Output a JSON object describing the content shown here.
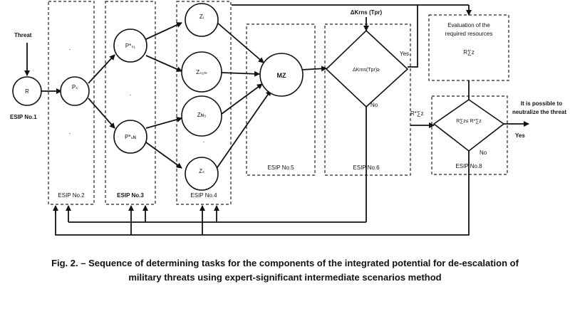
{
  "labels": {
    "threat": "Threat",
    "delta_krns_tpr": "ΔKrns (Tpr)",
    "evaluation_line1": "Evaluation of the",
    "evaluation_line2": "required resources",
    "rsum_z": "R∑z",
    "possible_line1": "It is possible to",
    "possible_line2": "neutralize the threat",
    "yes": "Yes",
    "yes_top": "Yes",
    "no": "No",
    "no_2": "No",
    "rstar_sum_z": "R*∑z",
    "dot": "·"
  },
  "nodes": {
    "r": "R",
    "ps": "Pₛ",
    "ps1": "P*ₛ₁",
    "psn": "P*ₛɴ",
    "zi": "Zᵢ",
    "zs1m": "Zₛ₁ₘ",
    "zn3": "Zɴ₃",
    "zs": "Zₛ",
    "mz": "MZ"
  },
  "decisions": {
    "check_krns": "ΔKrns(Tpr)≥",
    "check_resources": "R∑z≤ R*∑z"
  },
  "esip": {
    "no1": "ESIP No.1",
    "no2": "ESIP No.2",
    "no3": "ESIP No.3",
    "no4": "ESIP No.4",
    "no5": "ESIP No.5",
    "no6": "ESIP No.6",
    "no8": "ESIP No.8"
  },
  "caption": {
    "line1": "Fig. 2. – Sequence of determining tasks for the components of the integrated potential for de-escalation of",
    "line2": "military threats using expert-significant intermediate scenarios method"
  }
}
